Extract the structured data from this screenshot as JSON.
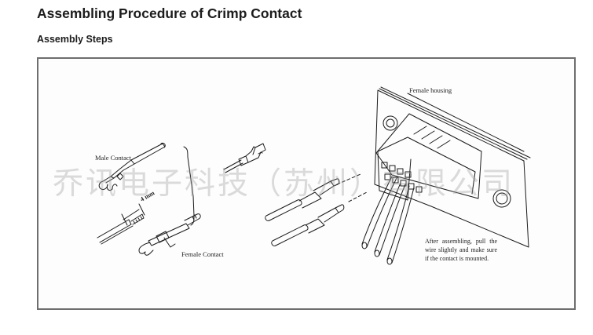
{
  "page": {
    "title": "Assembling Procedure of Crimp Contact",
    "section_heading": "Assembly Steps"
  },
  "figure": {
    "labels": {
      "male_contact": "Male Contact",
      "female_contact": "Female Contact",
      "female_housing": "Female housing",
      "strip_length": "4 mm"
    },
    "note": "After assembling, pull the wire slightly and make sure if the contact is mounted.",
    "watermark": "乔讯电子科技（苏州）有限公司",
    "icons": [
      "male-contact-illustration",
      "female-contact-illustration",
      "stripped-wire-illustration",
      "crimped-contact-illustration",
      "female-housing-illustration"
    ]
  },
  "colors": {
    "text": "#1c1c1c",
    "border": "#6e6e6e",
    "line_art": "#1a1a1a"
  }
}
